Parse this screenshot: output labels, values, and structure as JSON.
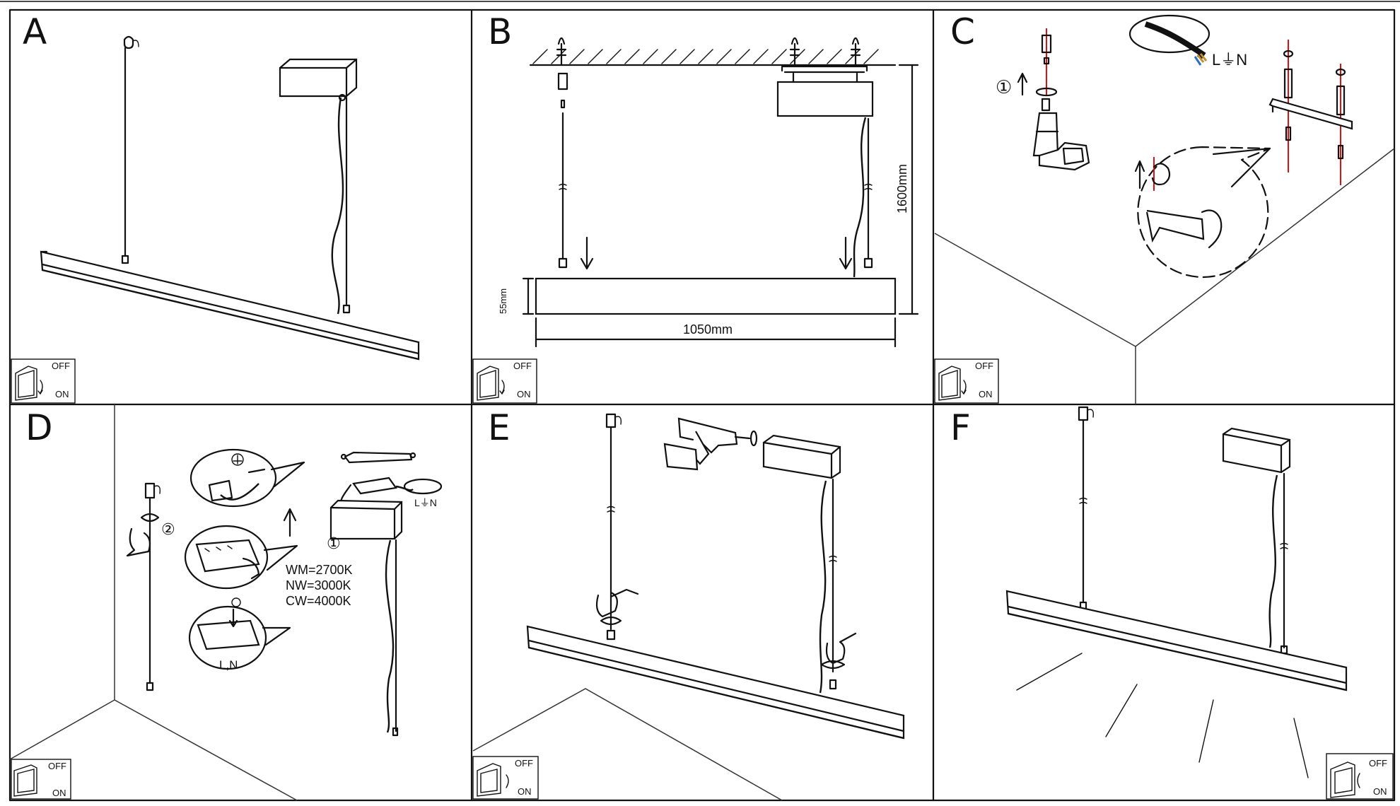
{
  "panels": [
    {
      "letter": "A"
    },
    {
      "letter": "B"
    },
    {
      "letter": "C"
    },
    {
      "letter": "D"
    },
    {
      "letter": "E"
    },
    {
      "letter": "F"
    }
  ],
  "switch": {
    "off": "OFF",
    "on": "ON"
  },
  "panel_b": {
    "height": "1600mm",
    "width": "1050mm",
    "depth": "55mm"
  },
  "panel_c": {
    "wiring": "L⏚N",
    "step": "①"
  },
  "panel_d": {
    "step1": "①",
    "step2": "②",
    "wiring": "L⏚N",
    "ln": "L,N",
    "color_temps": [
      "WM=2700K",
      "NW=3000K",
      "CW=4000K"
    ]
  }
}
